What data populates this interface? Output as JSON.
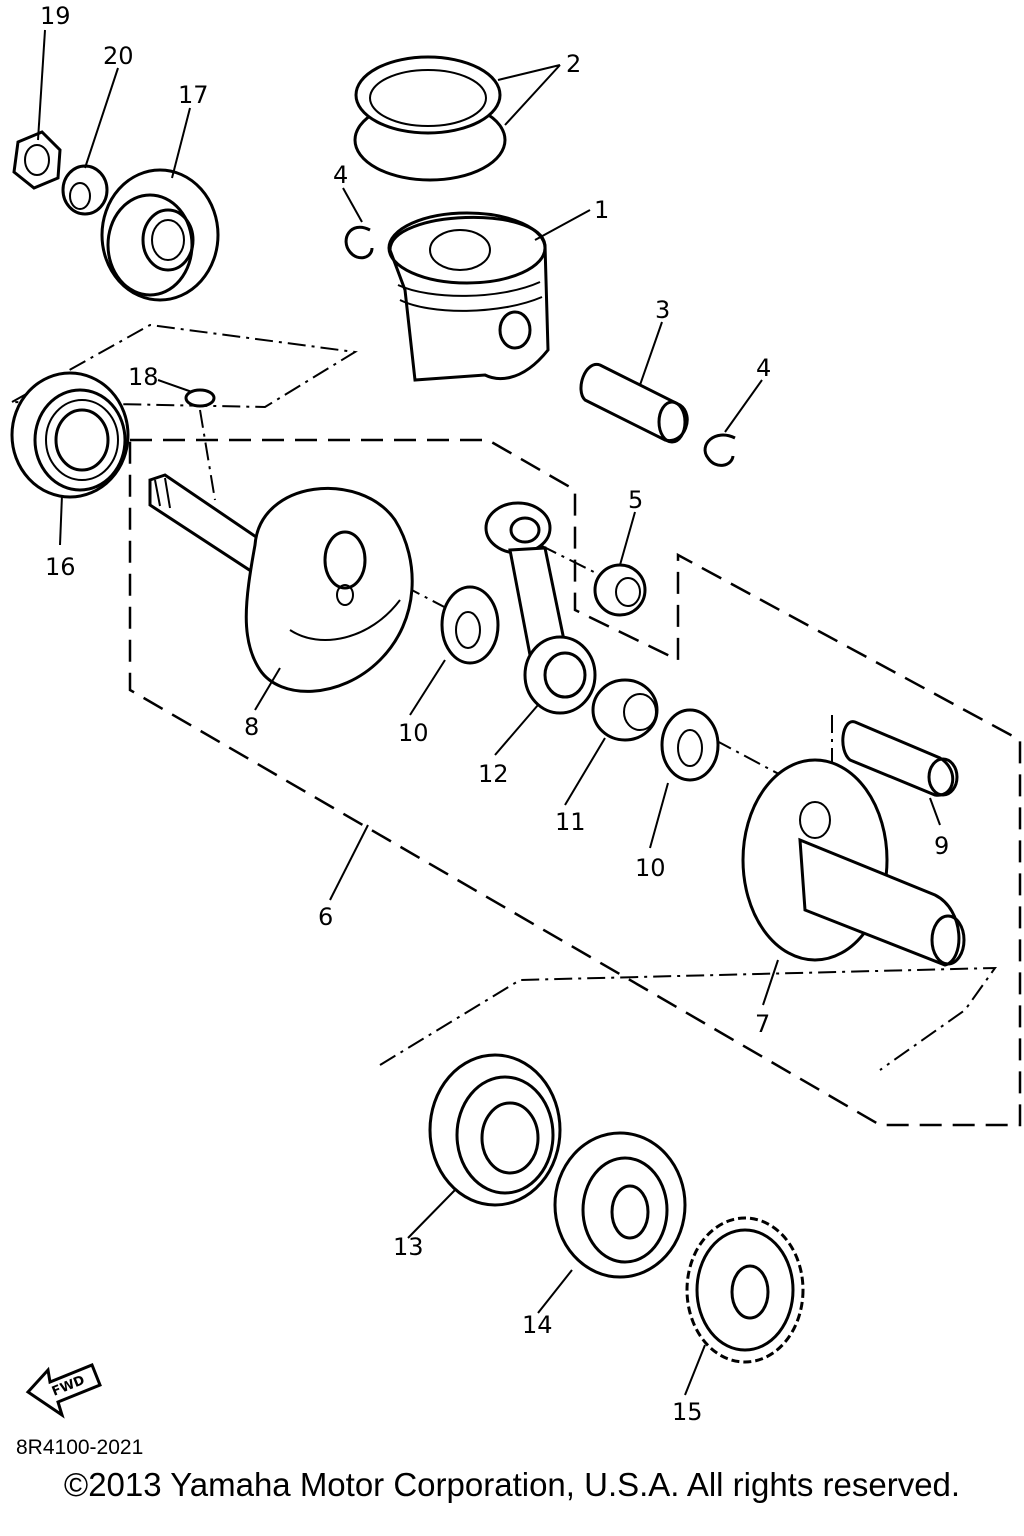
{
  "diagram": {
    "callouts": [
      "19",
      "20",
      "17",
      "2",
      "4",
      "1",
      "3",
      "4",
      "18",
      "16",
      "5",
      "8",
      "10",
      "12",
      "11",
      "10",
      "9",
      "6",
      "7",
      "13",
      "14",
      "15"
    ],
    "fwd_label": "FWD"
  },
  "footer": {
    "code": "8R4100-2021",
    "copyright": "©2013 Yamaha Motor Corporation, U.S.A. All rights reserved."
  }
}
